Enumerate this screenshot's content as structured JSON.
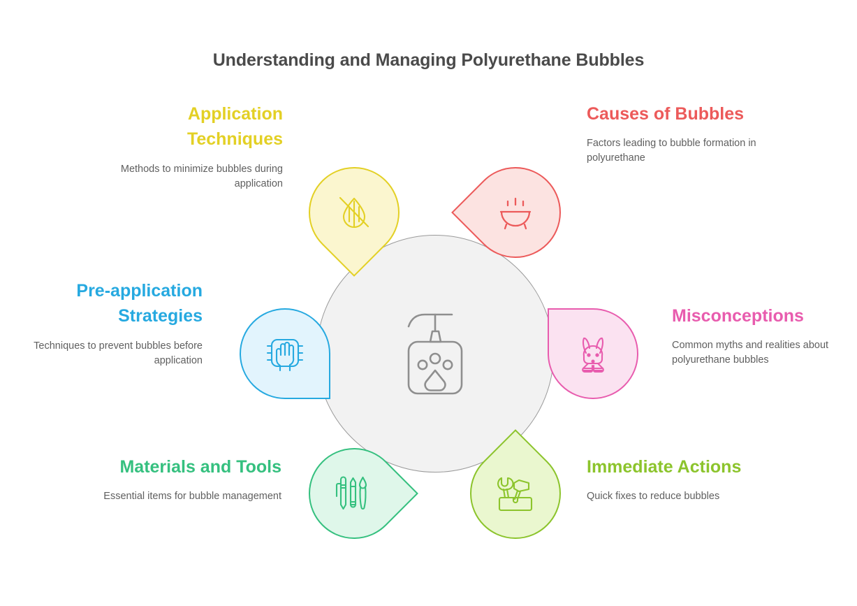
{
  "page": {
    "title": "Understanding and Managing Polyurethane Bubbles",
    "background_color": "#ffffff"
  },
  "center": {
    "icon": "pump-bottle-paw-icon",
    "fill_color": "#f2f2f2",
    "stroke_color": "#9a9a9a"
  },
  "sections": [
    {
      "id": "application-techniques",
      "heading": "Application Techniques",
      "description": "Methods to minimize bubbles during application",
      "color": "#e3d025",
      "fill": "#fbf6cf",
      "icon": "no-water-drop-icon",
      "position": "top-left"
    },
    {
      "id": "causes-of-bubbles",
      "heading": "Causes of Bubbles",
      "description": "Factors leading to bubble formation in polyurethane",
      "color": "#ec5a5a",
      "fill": "#fce3e1",
      "icon": "steaming-bowl-icon",
      "position": "top-right"
    },
    {
      "id": "pre-application-strategies",
      "heading": "Pre-application Strategies",
      "description": "Techniques to prevent bubbles before application",
      "color": "#26a9e0",
      "fill": "#e2f4fd",
      "icon": "hand-brush-icon",
      "position": "left"
    },
    {
      "id": "misconceptions",
      "heading": "Misconceptions",
      "description": "Common myths and realities about polyurethane bubbles",
      "color": "#e85cae",
      "fill": "#fbe2f1",
      "icon": "rabbit-face-icon",
      "position": "right"
    },
    {
      "id": "materials-and-tools",
      "heading": "Materials and Tools",
      "description": "Essential items for bubble management",
      "color": "#35c07f",
      "fill": "#dff7ea",
      "icon": "pen-pencil-brush-icon",
      "position": "bottom-left"
    },
    {
      "id": "immediate-actions",
      "heading": "Immediate Actions",
      "description": "Quick fixes to reduce bubbles",
      "color": "#8cc42c",
      "fill": "#eaf7cf",
      "icon": "toolbox-wrench-hammer-icon",
      "position": "bottom-right"
    }
  ]
}
